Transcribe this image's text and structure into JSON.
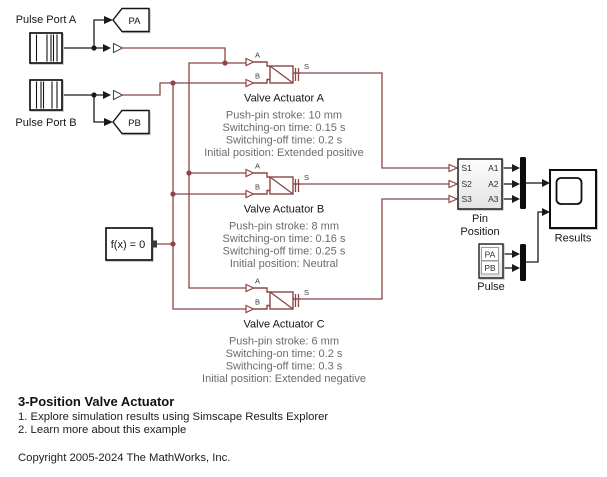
{
  "colors": {
    "physical_line": "#8c4646",
    "signal_line": "#1a1a1a"
  },
  "sources": {
    "a": {
      "label": "Pulse Port A",
      "tag": "PA"
    },
    "b": {
      "label": "Pulse Port B",
      "tag": "PB"
    }
  },
  "solver": {
    "label": "f(x) = 0"
  },
  "valves": [
    {
      "name": "Valve Actuator A",
      "ports": {
        "a": "A",
        "b": "B",
        "s": "S"
      },
      "desc": [
        "Push-pin stroke: 10 mm",
        "Switching-on time: 0.15 s",
        "Switching-off time: 0.2 s",
        "Initial position: Extended positive"
      ]
    },
    {
      "name": "Valve Actuator B",
      "ports": {
        "a": "A",
        "b": "B",
        "s": "S"
      },
      "desc": [
        "Push-pin stroke: 8 mm",
        "Switching-on time: 0.16 s",
        "Switching-off time: 0.25 s",
        "Initial position: Neutral"
      ]
    },
    {
      "name": "Valve Actuator C",
      "ports": {
        "a": "A",
        "b": "B",
        "s": "S"
      },
      "desc": [
        "Push-pin stroke: 6 mm",
        "Switching-on time: 0.2 s",
        "Swithcing-off time: 0.3 s",
        "Initial position: Extended negative"
      ]
    }
  ],
  "pin_position": {
    "name": [
      "Pin",
      "Position"
    ],
    "inputs": [
      "S1",
      "S2",
      "S3"
    ],
    "outputs": [
      "A1",
      "A2",
      "A3"
    ]
  },
  "pulse": {
    "label": "Pulse",
    "ports": [
      "PA",
      "PB"
    ]
  },
  "scope": {
    "label": "Results"
  },
  "annotation": {
    "title": "3-Position Valve Actuator",
    "items": [
      "1. Explore simulation results using Simscape Results Explorer",
      "2. Learn more about this example"
    ],
    "copyright": "Copyright 2005-2024 The MathWorks, Inc."
  }
}
